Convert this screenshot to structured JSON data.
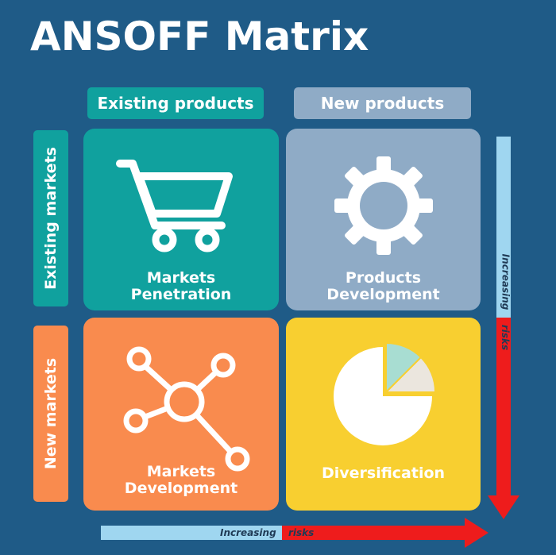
{
  "title": "ANSOFF Matrix",
  "columns": {
    "existing": "Existing  products",
    "new": "New products"
  },
  "rows": {
    "existing": "Existing  markets",
    "new": "New markets"
  },
  "quadrants": [
    {
      "line1": "Markets",
      "line2": "Penetration",
      "icon": "shopping-cart-icon",
      "color": "#10a19e"
    },
    {
      "line1": "Products",
      "line2": "Development",
      "icon": "gear-icon",
      "color": "#8fabc6"
    },
    {
      "line1": "Markets",
      "line2": "Development",
      "icon": "network-icon",
      "color": "#f98b4e"
    },
    {
      "line1": "Diversification",
      "line2": "",
      "icon": "pie-chart-icon",
      "color": "#f8cf30"
    }
  ],
  "risk": {
    "word1": "Increasing",
    "word2": "risks"
  },
  "colors": {
    "background": "#1f5b87",
    "teal": "#10a19e",
    "slate": "#8fabc6",
    "orange": "#f98b4e",
    "yellow": "#f8cf30",
    "light_blue": "#9fd6f0",
    "red": "#ee1c1c"
  }
}
